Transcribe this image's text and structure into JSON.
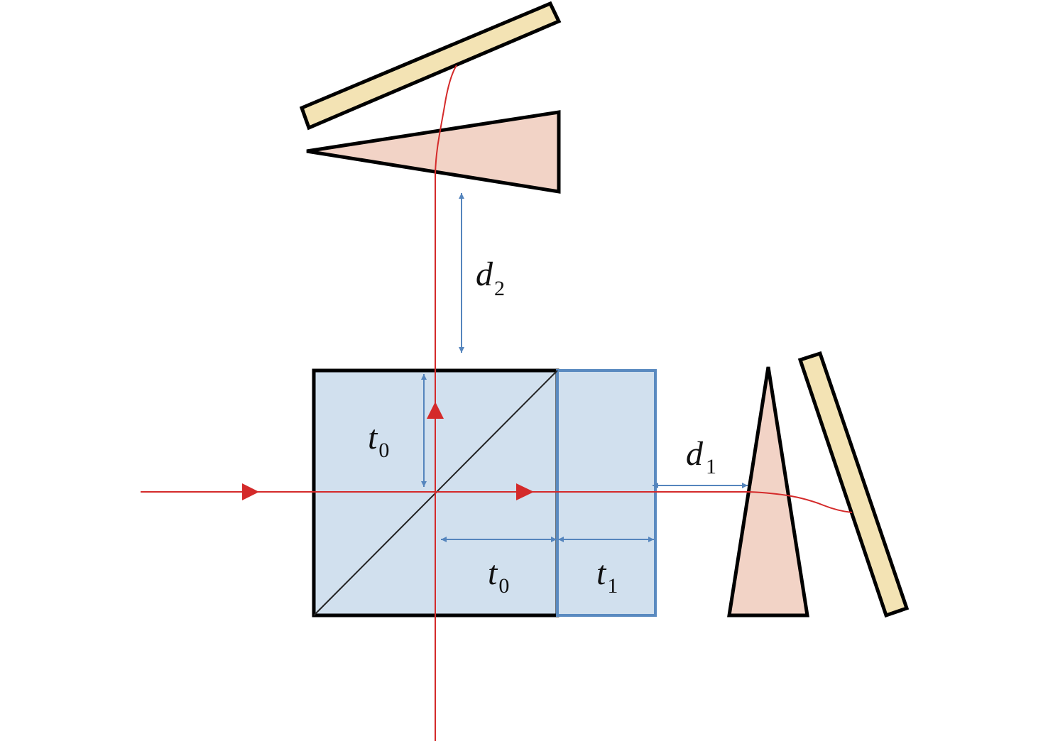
{
  "colors": {
    "beam": "#d42a2a",
    "cube_fill": "#d1e0ee",
    "plate_stroke": "#5a8ac0",
    "dimension_arrow": "#5585bd",
    "prism_fill": "#f2d3c6",
    "mirror_fill": "#f3e3b4",
    "outline": "#000000"
  },
  "labels": {
    "d2": {
      "main": "d",
      "sub": "2"
    },
    "t0_vertical": {
      "main": "t",
      "sub": "0"
    },
    "t0_horizontal": {
      "main": "t",
      "sub": "0"
    },
    "t1": {
      "main": "t",
      "sub": "1"
    },
    "d1": {
      "main": "d",
      "sub": "1"
    }
  }
}
